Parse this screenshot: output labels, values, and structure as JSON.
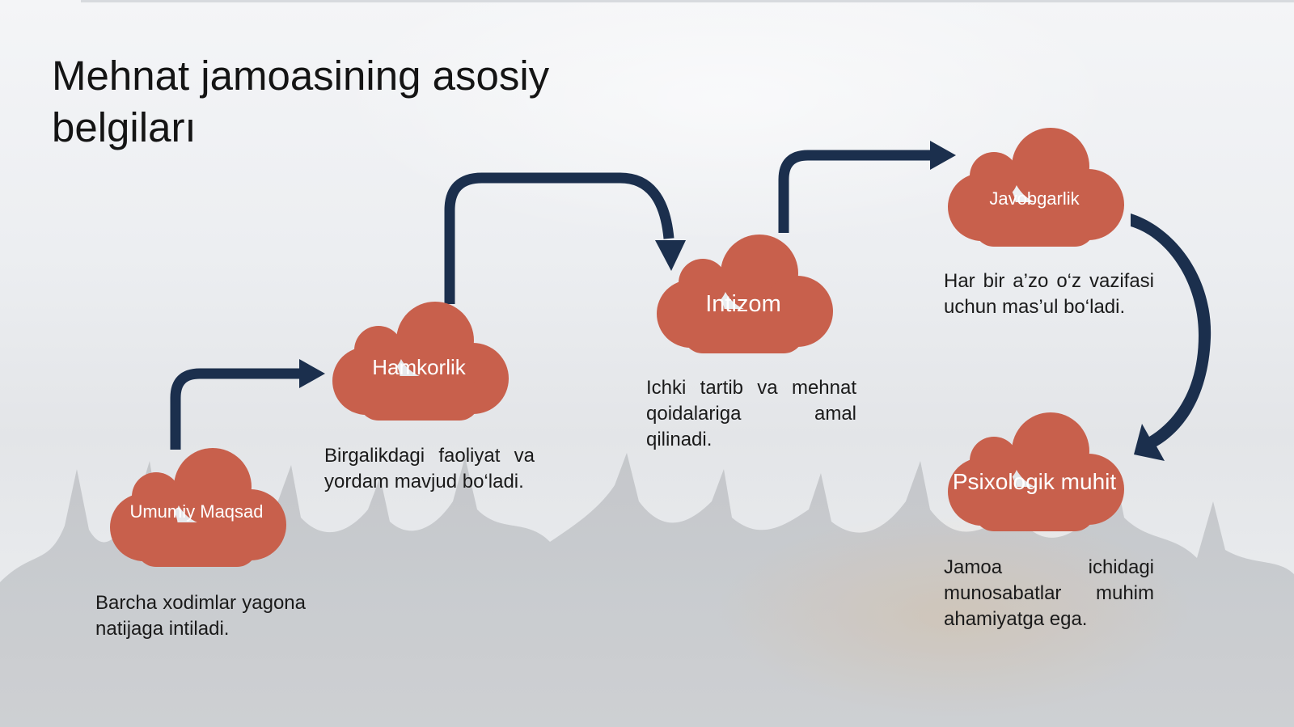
{
  "slide": {
    "title": "Mehnat jamoasining asosiy belgiları"
  },
  "steps": [
    {
      "label": "Umumiy Maqsad",
      "desc": "Barcha xodimlar yagona natijaga intiladi."
    },
    {
      "label": "Hamkorlik",
      "desc": "Birgalikdagi faoliyat va yordam mavjud bo‘ladi."
    },
    {
      "label": "Intizom",
      "desc": "Ichki tartib va mehnat qoidalariga amal qilinadi."
    },
    {
      "label": "Javobgarlik",
      "desc": "Har bir a’zo o‘z vazifasi uchun mas’ul bo‘ladi."
    },
    {
      "label": "Psixologik muhit",
      "desc": "Jamoa ichidagi munosabatlar muhim ahamiyatga ega."
    }
  ],
  "colors": {
    "cloud": "#c8604c",
    "connector": "#1b2f4d"
  }
}
